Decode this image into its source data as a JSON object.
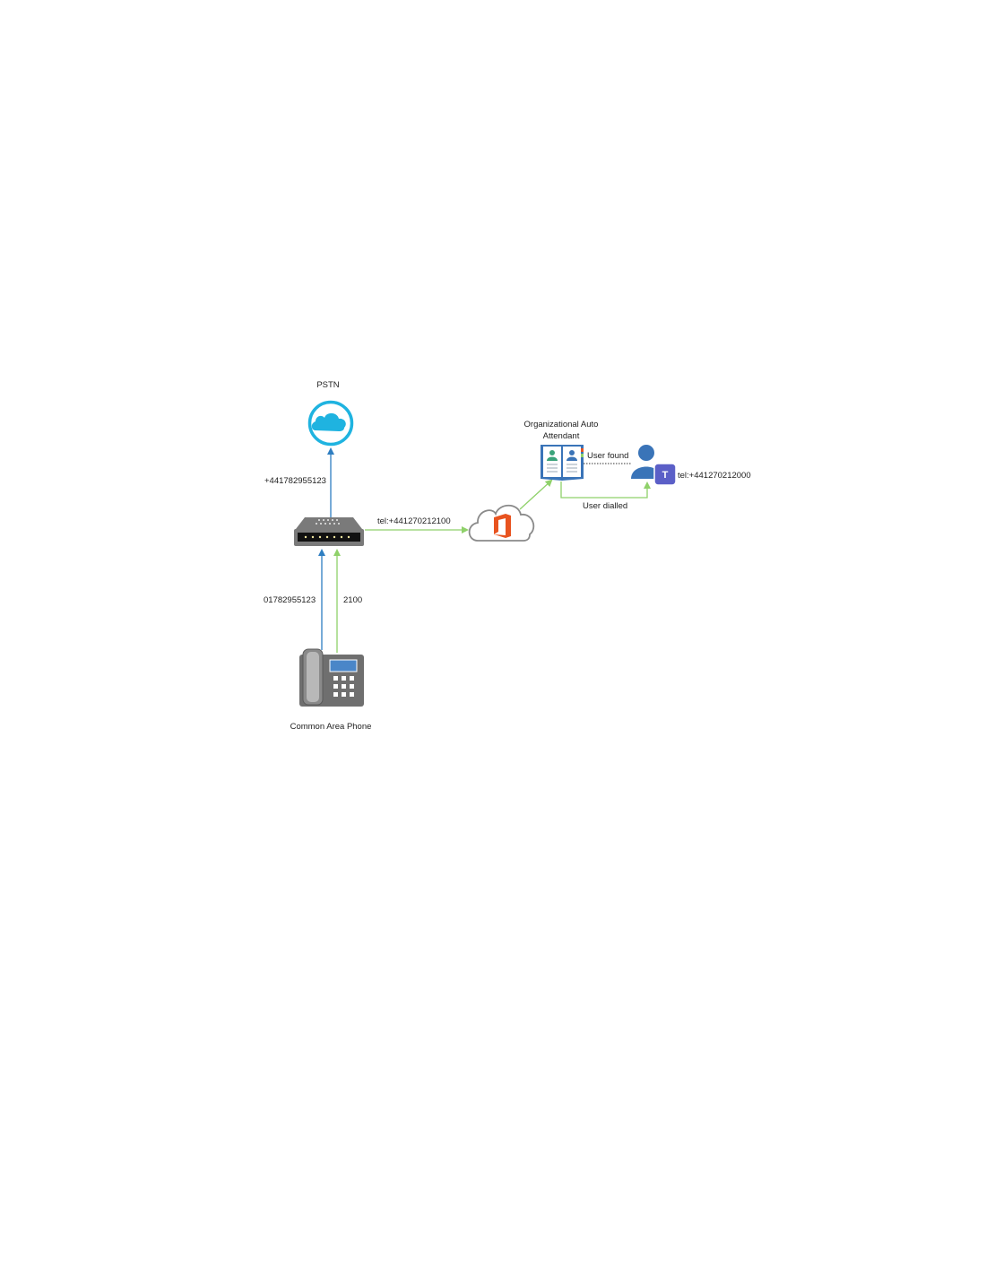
{
  "nodes": {
    "pstn": {
      "label": "PSTN",
      "icon": "pstn-cloud-icon"
    },
    "gateway": {
      "label": "",
      "icon": "gateway-router-icon"
    },
    "phone": {
      "label": "Common Area Phone",
      "icon": "desk-phone-icon"
    },
    "office_cloud": {
      "label": "",
      "icon": "office365-cloud-icon"
    },
    "auto_attendant": {
      "label_line1": "Organizational Auto",
      "label_line2": "Attendant",
      "icon": "directory-book-icon"
    },
    "teams_user": {
      "label": "tel:+441270212000",
      "icon": "teams-user-icon"
    }
  },
  "edges": {
    "gateway_to_pstn": "+441782955123",
    "phone_to_gateway_blue": "01782955123",
    "phone_to_gateway_green": "2100",
    "gateway_to_cloud": "tel:+441270212100",
    "aa_user_found": "User found",
    "aa_user_dialled": "User dialled"
  },
  "colors": {
    "blue_route": "#2e7ec1",
    "green_route": "#8fd16a",
    "pstn_cyan": "#1fb3e0",
    "office_orange": "#e8531f",
    "teams_purple": "#5b5fc7",
    "device_gray": "#6f6f6f"
  }
}
